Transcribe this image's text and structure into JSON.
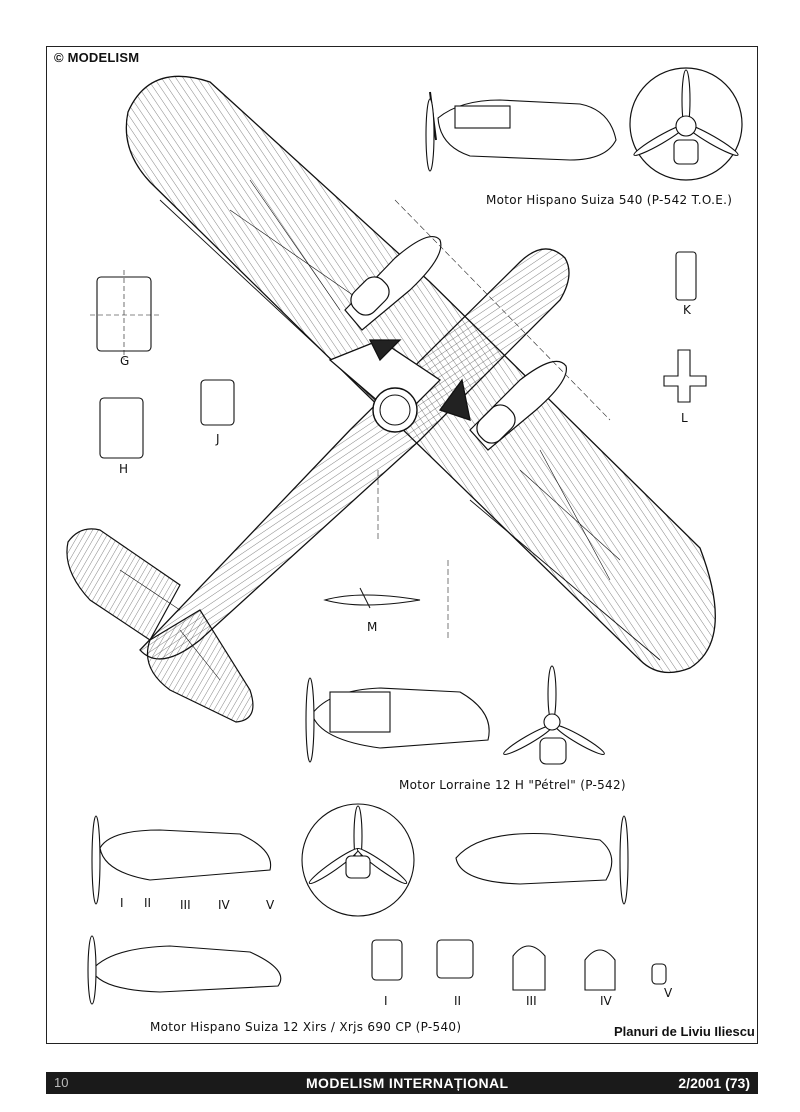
{
  "header": {
    "copyright": "© MODELISM"
  },
  "views": {
    "labels": {
      "g": "G",
      "h": "H",
      "j": "J",
      "k": "K",
      "l": "L",
      "m": "M"
    },
    "roman": [
      "I",
      "II",
      "III",
      "IV",
      "V"
    ]
  },
  "captions": {
    "hispano_540": "Motor  Hispano  Suiza   540    (P-542 T.O.E.)",
    "lorraine": "Motor    Lorraine  12 H  \"Pétrel\"    (P-542)",
    "hispano_12": "Motor     Hispano  Suiza  12 Xirs / Xrjs   690 CP      (P-540)"
  },
  "credit": "Planuri de Liviu Iliescu",
  "footer": {
    "page_number": "10",
    "magazine": "MODELISM INTERNAȚIONAL",
    "issue": "2/2001 (73)"
  },
  "colors": {
    "ink": "#1a1a1a",
    "paper": "#ffffff",
    "footer_bg": "#1a1a1a"
  }
}
